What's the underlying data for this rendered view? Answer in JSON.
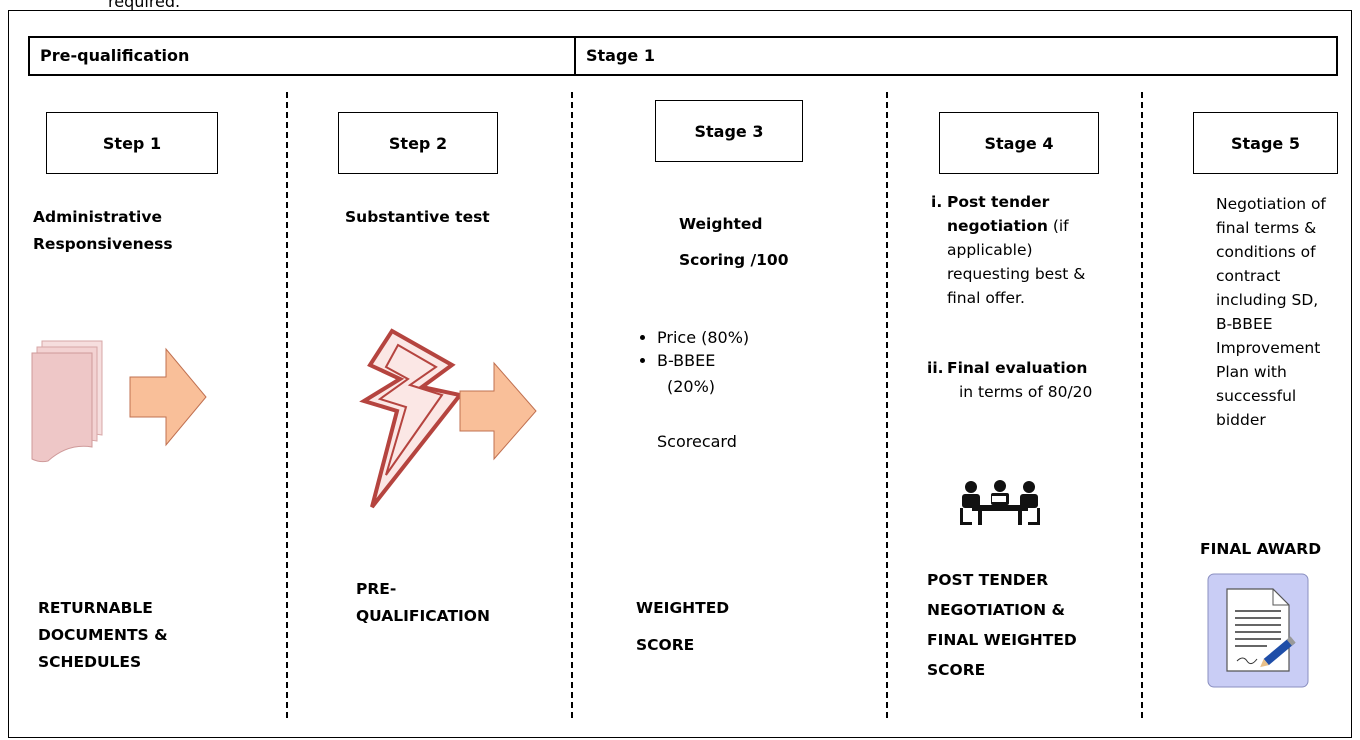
{
  "top_text": "required.",
  "header": {
    "prequalification": "Pre-qualification",
    "stage1": "Stage 1"
  },
  "columns": [
    {
      "box": "Step 1",
      "title_lines": [
        "Administrative",
        "Responsiveness"
      ],
      "footer_lines": [
        "RETURNABLE",
        "DOCUMENTS &",
        "SCHEDULES"
      ]
    },
    {
      "box": "Step 2",
      "title_lines": [
        "Substantive test"
      ],
      "footer_lines": [
        "PRE-",
        "QUALIFICATION"
      ]
    },
    {
      "box": "Stage 3",
      "title_lines": [
        "Weighted",
        "Scoring /100"
      ],
      "bullets": [
        "Price (80%)",
        "B-BBEE",
        "(20%)"
      ],
      "scorecard": "Scorecard",
      "footer_lines": [
        "WEIGHTED",
        "SCORE"
      ]
    },
    {
      "box": "Stage 4",
      "item1_number": "i.",
      "item1_bold_1": "Post tender",
      "item1_bold_2": "negotiation",
      "item1_rest": [
        "(if",
        "applicable)",
        "requesting best &",
        "final offer."
      ],
      "item2_number": "ii.",
      "item2_bold": "Final evaluation",
      "item2_rest": "in terms of 80/20",
      "footer_lines": [
        "POST TENDER",
        "NEGOTIATION &",
        "FINAL WEIGHTED",
        "SCORE"
      ]
    },
    {
      "box": "Stage 5",
      "desc_lines": [
        "Negotiation of",
        "final terms &",
        "conditions of",
        "contract",
        "including SD,",
        "B-BBEE",
        "Improvement",
        "Plan with",
        "successful",
        "bidder"
      ],
      "final_award": "FINAL AWARD"
    }
  ],
  "icons": {
    "documents": "documents-stack-icon",
    "arrow": "right-arrow-icon",
    "lightning": "lightning-bolt-icon",
    "meeting": "meeting-table-icon",
    "contract": "signed-document-icon"
  },
  "colors": {
    "arrow_fill": "#f9bf99",
    "arrow_stroke": "#c07050",
    "doc_fill": "#f3d6d6",
    "bolt_stroke": "#b5443f",
    "contract_bg": "#c9cdf5",
    "pen": "#1f4ea8"
  }
}
